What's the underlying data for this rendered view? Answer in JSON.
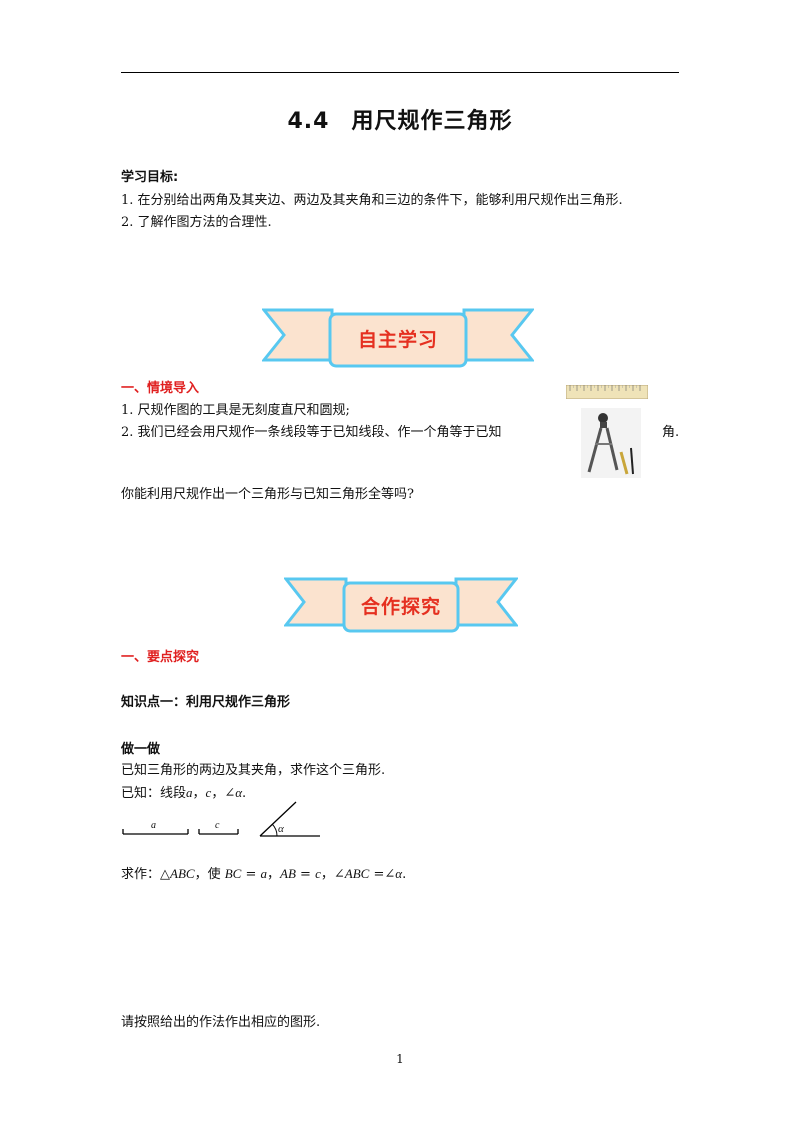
{
  "header": {
    "number": "4.4",
    "title": "用尺规作三角形"
  },
  "objectives": {
    "heading": "学习目标:",
    "items": [
      "1. 在分别给出两角及其夹边、两边及其夹角和三边的条件下，能够利用尺规作出三角形.",
      "2. 了解作图方法的合理性."
    ]
  },
  "banner_self": {
    "label": "自主学习"
  },
  "intro": {
    "heading": "一、情境导入",
    "line1": "1. 尺规作图的工具是无刻度直尺和圆规;",
    "line2_start": "2. 我们已经会用尺规作一条线段等于已知线段、作一个角等于已知",
    "line2_end": "角.",
    "question": "你能利用尺规作出一个三角形与已知三角形全等吗?"
  },
  "banner_coop": {
    "label": "合作探究"
  },
  "explore": {
    "heading": "一、要点探究",
    "knowledge_point": "知识点一：利用尺规作三角形",
    "do_heading": "做一做",
    "task": "已知三角形的两边及其夹角，求作这个三角形.",
    "given_prefix": "已知：线段",
    "given_a": "a",
    "given_sep1": "，",
    "given_c": "c",
    "given_sep2": "，∠",
    "given_alpha": "α",
    "given_end": ".",
    "seg_a": "a",
    "seg_c": "c",
    "angle_label": "α",
    "construct_prefix": "求作：△",
    "construct_abc": "ABC",
    "construct_mid1": "，使 ",
    "construct_bc": "BC",
    "construct_eq1": " = ",
    "construct_a": "a",
    "construct_mid2": "，",
    "construct_ab": "AB",
    "construct_eq2": " = ",
    "construct_c": "c",
    "construct_mid3": "，∠",
    "construct_abc2": "ABC",
    "construct_eq3": " =∠",
    "construct_alpha": "α",
    "construct_end": ".",
    "instruction": "请按照给出的作法作出相应的图形."
  },
  "footer": {
    "page": "1"
  },
  "colors": {
    "accent_red": "#e02020",
    "banner_fill": "#fbe3cf",
    "banner_edge": "#58c8f0"
  }
}
